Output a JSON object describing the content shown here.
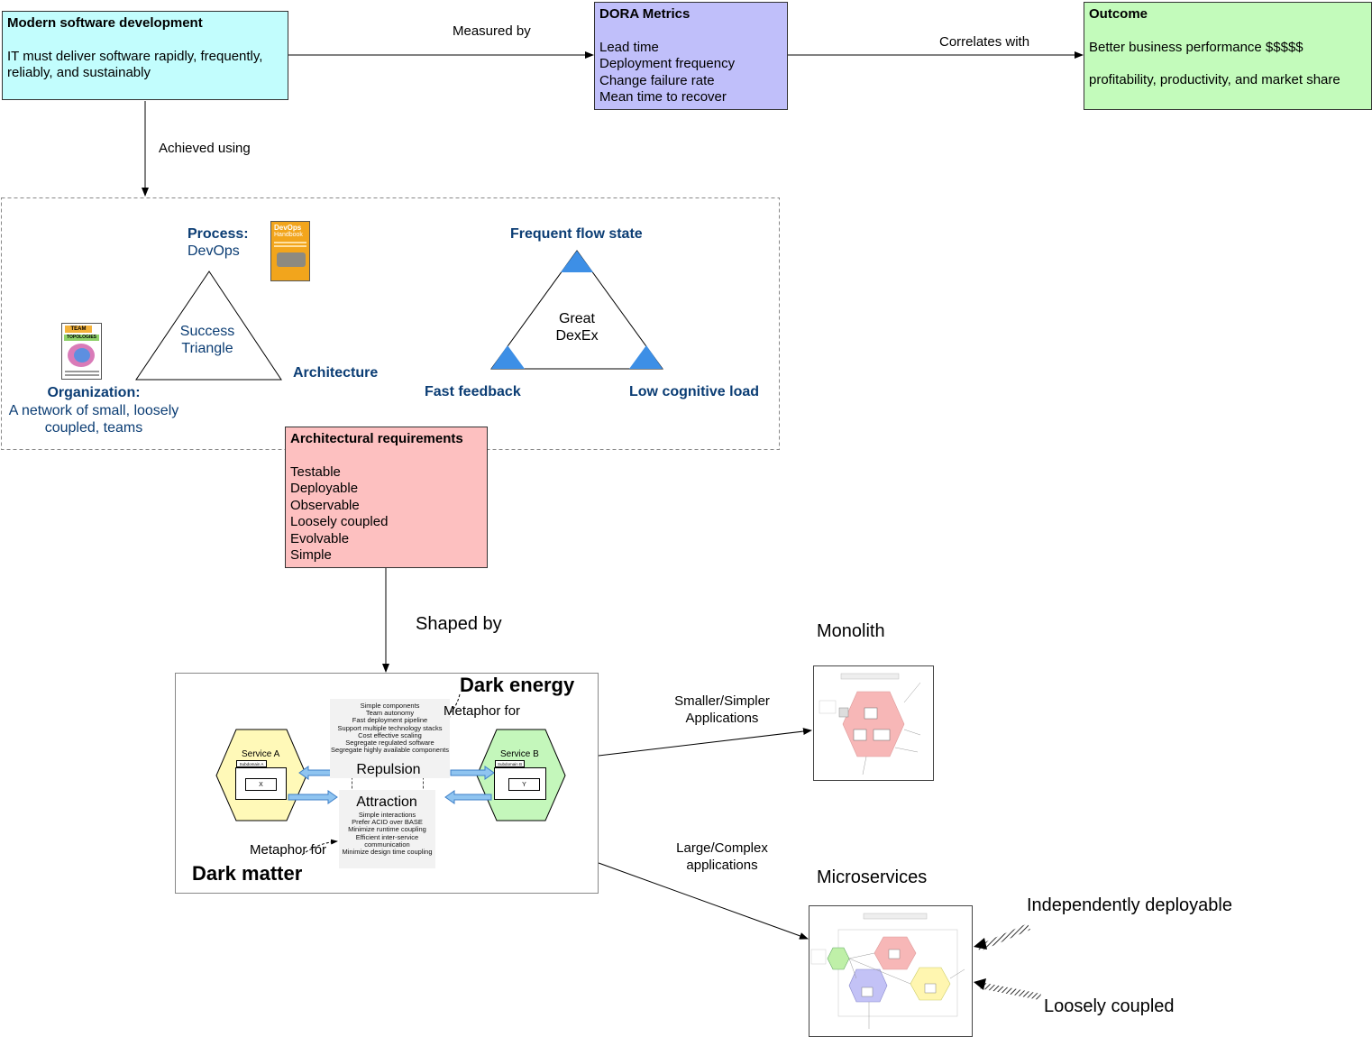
{
  "nodes": {
    "modern": {
      "title": "Modern software development",
      "lines": [
        "IT must deliver software rapidly, frequently,",
        "reliably, and sustainably"
      ]
    },
    "dora": {
      "title": "DORA Metrics",
      "lines": [
        "Lead time",
        "Deployment frequency",
        "Change failure rate",
        "Mean time to recover"
      ]
    },
    "outcome": {
      "title": "Outcome",
      "line1": "Better business performance $$$$$",
      "line2": "profitability, productivity, and market share"
    },
    "arch_req": {
      "title": "Architectural requirements",
      "lines": [
        "Testable",
        "Deployable",
        "Observable",
        "Loosely coupled",
        "Evolvable",
        "Simple"
      ]
    }
  },
  "edges": {
    "measured_by": "Measured by",
    "correlates_with": "Correlates with",
    "achieved_using": "Achieved using",
    "shaped_by": "Shaped by",
    "smaller": [
      "Smaller/Simpler",
      "Applications"
    ],
    "larger": [
      "Large/Complex",
      "applications"
    ]
  },
  "success_triangle": {
    "process_label": "Process:",
    "process_value": "DevOps",
    "center": [
      "Success",
      "Triangle"
    ],
    "architecture": "Architecture",
    "org_label": "Organization:",
    "org_lines": [
      "A network of small, loosely",
      "coupled, teams"
    ],
    "devops_book": [
      "DevOps",
      "Handbook"
    ],
    "team_book": [
      "TEAM",
      "TOPOLOGIES"
    ]
  },
  "dexex_triangle": {
    "top": "Frequent flow state",
    "center": [
      "Great",
      "DexEx"
    ],
    "left": "Fast feedback",
    "right": "Low cognitive load"
  },
  "forces": {
    "dark_energy": "Dark energy",
    "dark_matter": "Dark matter",
    "metaphor_for_1": "Metaphor for",
    "metaphor_for_2": "Metaphor for",
    "repulsion": "Repulsion",
    "attraction": "Attraction",
    "service_a": "Service A",
    "subdomain_a": "Subdomain A",
    "x": "X",
    "service_b": "Service B",
    "subdomain_b": "Subdomain B",
    "y": "Y",
    "repulsion_items": [
      "Simple components",
      "Team autonomy",
      "Fast deployment pipeline",
      "Support multiple technology stacks",
      "Cost effective scaling",
      "Segregate regulated software",
      "Segregate highly available components"
    ],
    "attraction_items": [
      "Simple interactions",
      "Prefer ACID over BASE",
      "Minimize runtime coupling",
      "Efficient inter-service",
      "communication",
      "Minimize design time coupling"
    ]
  },
  "architectures": {
    "monolith": "Monolith",
    "microservices": "Microservices",
    "independently_deployable": "Independently deployable",
    "loosely_coupled": "Loosely coupled"
  },
  "colors": {
    "modern_fill": "#c2fdfd",
    "dora_fill": "#c0bffa",
    "outcome_fill": "#c3fbbb",
    "arch_fill": "#fdc0c0",
    "service_a_fill": "#fff9b8",
    "service_b_fill": "#c4f7bb",
    "accent_blue": "#3d8fe6",
    "label_blue": "#0b3d74"
  }
}
